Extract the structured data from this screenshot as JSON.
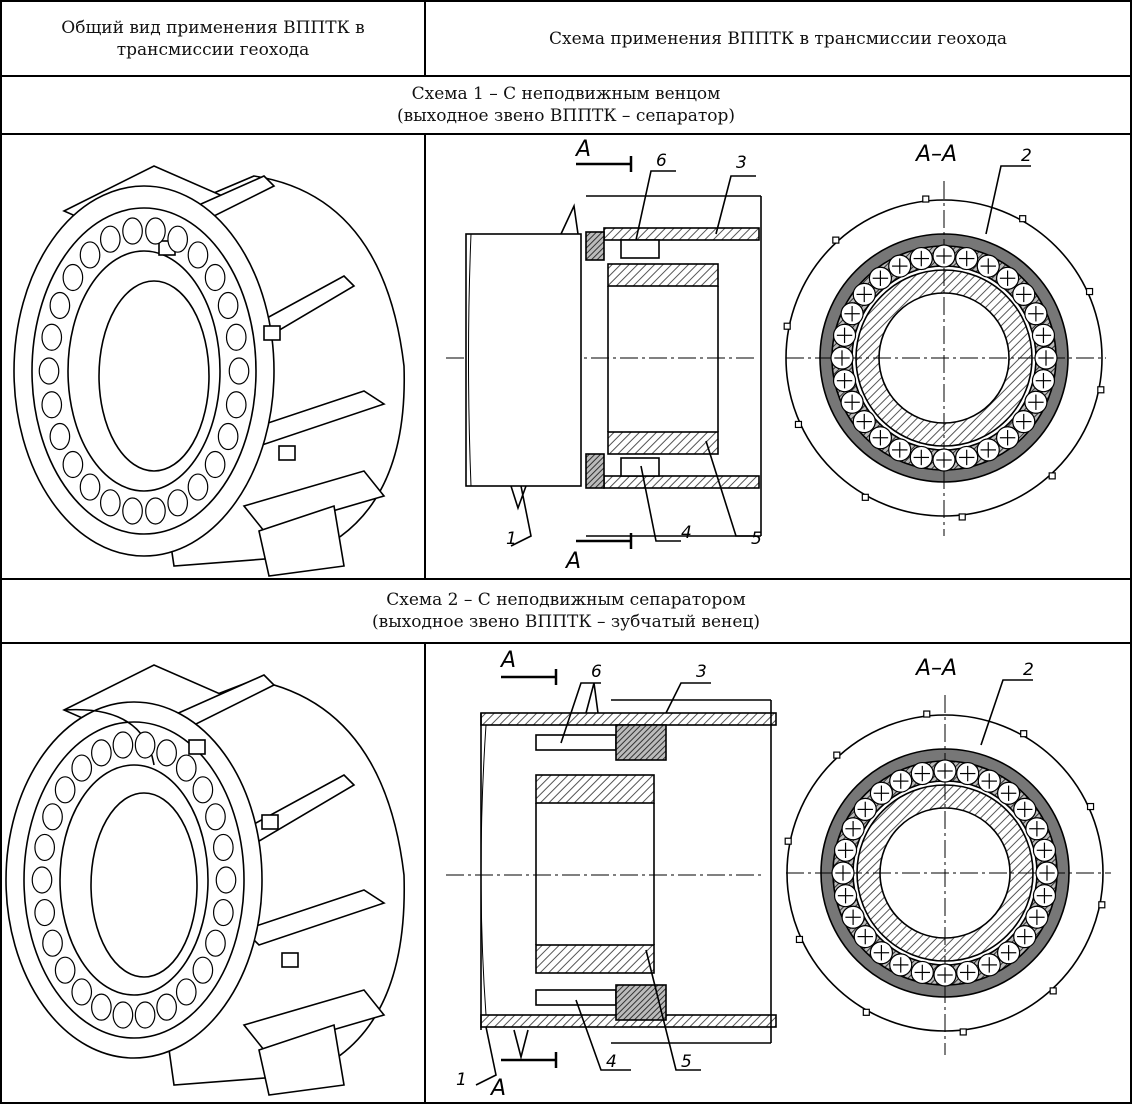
{
  "header": {
    "col1": "Общий вид применения ВППТК в трансмиссии геохода",
    "col2": "Схема применения ВППТК в трансмиссии геохода"
  },
  "scheme1": {
    "title": "Схема 1 – С неподвижным венцом",
    "subtitle": "(выходное звено ВППТК – сепаратор)"
  },
  "scheme2": {
    "title": "Схема 2 – С неподвижным сепаратором",
    "subtitle": "(выходное звено ВППТК – зубчатый венец)"
  },
  "labels": {
    "section_mark": "A",
    "section_view": "A–A",
    "n1": "1",
    "n2": "2",
    "n3": "3",
    "n4": "4",
    "n5": "5",
    "n6": "6"
  },
  "colors": {
    "line": "#000000",
    "hatch": "#555555",
    "paper": "#ffffff"
  }
}
